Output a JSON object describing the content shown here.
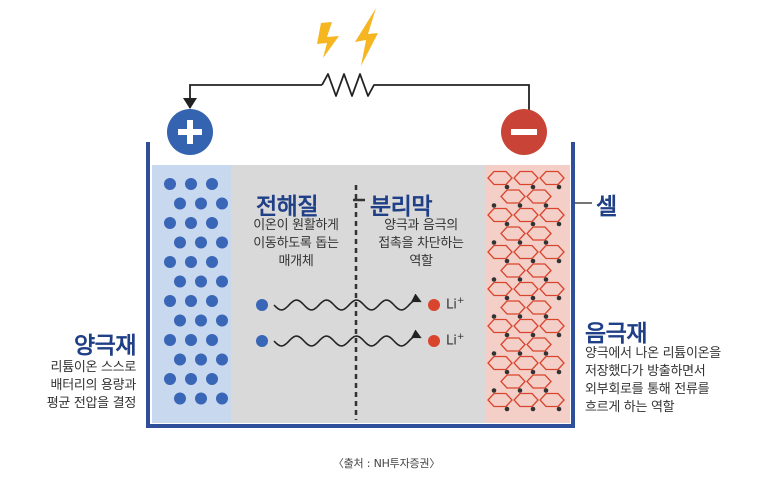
{
  "colors": {
    "cell_outline": "#2f4f9a",
    "anode_fill": "#c8d8ef",
    "electrolyte_fill": "#d9d9d9",
    "cathode_fill": "#f3cfc8",
    "blue_dot": "#3a66b7",
    "red_dot": "#d9442c",
    "plus_circle": "#3463b0",
    "minus_circle": "#c94436",
    "lightning": "#f6b622",
    "wire": "#222222"
  },
  "icons": {
    "plus": "plus-icon",
    "minus": "minus-icon",
    "lightning": "lightning-bolt-icon",
    "resistor": "resistor-icon"
  },
  "labels": {
    "electrolyte": {
      "title": "전해질",
      "desc": [
        "이온이 원활하게",
        "이동하도록 돕는",
        "매개체"
      ]
    },
    "separator": {
      "title": "분리막",
      "desc": [
        "양극과 음극의",
        "접촉을 차단하는",
        "역할"
      ]
    },
    "cell": {
      "title": "셀"
    },
    "cathode_material": {
      "title": "양극재",
      "desc": [
        "리튬이온 스스로",
        "배터리의 용량과",
        "평균 전압을 결정"
      ]
    },
    "anode_material": {
      "title": "음극재",
      "desc": [
        "양극에서 나온 리튬이온을",
        "저장했다가 방출하면서",
        "외부회로를 통해 전류를",
        "흐르게 하는 역할"
      ]
    },
    "ion": {
      "base": "Li",
      "charge": "+"
    },
    "source": "〈출처 : NH투자증권〉"
  }
}
